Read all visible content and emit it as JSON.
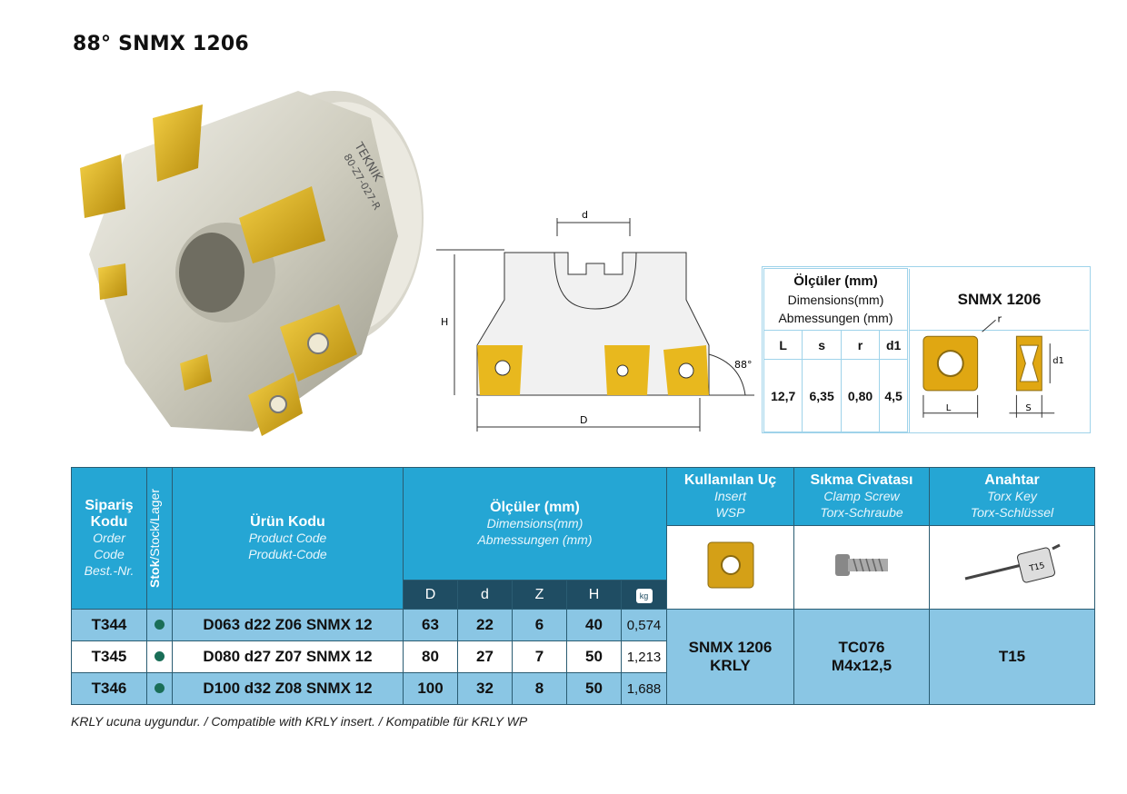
{
  "title": "88° SNMX 1206",
  "photo": {
    "brand": "TEKNIK",
    "marking": "80-Z7-027-R"
  },
  "drawing": {
    "label_d": "d",
    "label_H": "H",
    "label_D": "D",
    "angle": "88°"
  },
  "dim_box": {
    "header_bold": "Ölçüler (mm)",
    "header_line2": "Dimensions(mm)",
    "header_line3": "Abmessungen (mm)",
    "cols": [
      "L",
      "s",
      "r",
      "d1"
    ],
    "values": [
      "12,7",
      "6,35",
      "0,80",
      "4,5"
    ],
    "insert_title": "SNMX 1206",
    "insert_labels": {
      "r": "r",
      "d1": "d1",
      "L": "L",
      "S": "S"
    }
  },
  "table": {
    "h_order": {
      "bold1": "Sipariş",
      "bold2": "Kodu",
      "i1": "Order",
      "i2": "Code",
      "i3": "Best.-Nr."
    },
    "h_stock": {
      "bold": "Stok",
      "rest": "/Stock/Lager"
    },
    "h_product": {
      "bold": "Ürün Kodu",
      "i1": "Product Code",
      "i2": "Produkt-Code"
    },
    "h_dims": {
      "bold": "Ölçüler (mm)",
      "i1": "Dimensions(mm)",
      "i2": "Abmessungen (mm)"
    },
    "h_insert": {
      "bold": "Kullanılan Uç",
      "i1": "Insert",
      "i2": "WSP"
    },
    "h_screw": {
      "bold": "Sıkma Civatası",
      "i1": "Clamp Screw",
      "i2": "Torx-Schraube"
    },
    "h_key": {
      "bold": "Anahtar",
      "i1": "Torx Key",
      "i2": "Torx-Schlüssel"
    },
    "sub_cols": [
      "D",
      "d",
      "Z",
      "H"
    ],
    "weight_icon": "kg",
    "rows": [
      {
        "order": "T344",
        "product": "D063 d22 Z06 SNMX 12",
        "D": "63",
        "d": "22",
        "Z": "6",
        "H": "40",
        "kg": "0,574"
      },
      {
        "order": "T345",
        "product": "D080 d27 Z07 SNMX 12",
        "D": "80",
        "d": "27",
        "Z": "7",
        "H": "50",
        "kg": "1,213"
      },
      {
        "order": "T346",
        "product": "D100 d32 Z08 SNMX 12",
        "D": "100",
        "d": "32",
        "Z": "8",
        "H": "50",
        "kg": "1,688"
      }
    ],
    "insert_l1": "SNMX 1206",
    "insert_l2": "KRLY",
    "screw_l1": "TC076",
    "screw_l2": "M4x12,5",
    "key": "T15",
    "key_tag": "T15"
  },
  "footnote": "KRLY ucuna uygundur. / Compatible with KRLY insert. / Kompatible für KRLY WP",
  "colors": {
    "header_blue": "#25a6d4",
    "dark_blue": "#1f4d63",
    "row_blue": "#8ac6e4",
    "insert_gold": "#d4a017",
    "stock_green": "#1a6e57"
  }
}
